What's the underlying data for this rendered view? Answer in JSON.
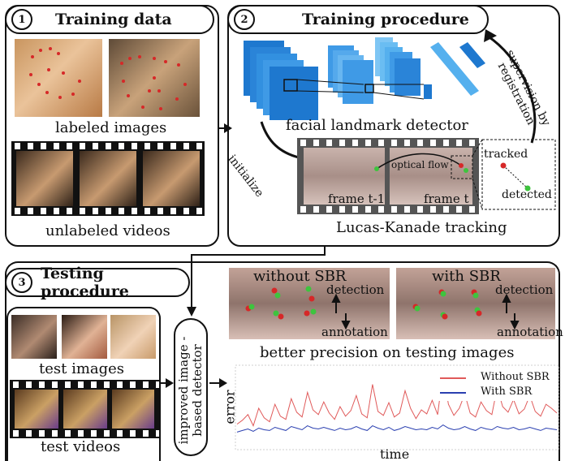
{
  "panel1": {
    "number": "1",
    "title": "Training data",
    "labeled_caption": "labeled images",
    "unlabeled_caption": "unlabeled videos"
  },
  "panel2": {
    "number": "2",
    "title": "Training procedure",
    "detector_caption": "facial landmark detector",
    "supervision_label": "supervision by registration",
    "initialize_label": "initialize",
    "optical_flow": "optical flow",
    "frame_prev": "frame t-1",
    "frame_curr": "frame t",
    "tracked": "tracked",
    "detected": "detected",
    "tracking_caption": "Lucas-Kanade tracking"
  },
  "panel3": {
    "number": "3",
    "title": "Testing procedure",
    "test_images_caption": "test images",
    "test_videos_caption": "test videos",
    "improved_detector": "improved image -based detector",
    "without_title": "without SBR",
    "with_title": "with SBR",
    "detection": "detection",
    "annotation": "annotation",
    "precision_caption": "better precision on testing images"
  },
  "chart_data": {
    "type": "line",
    "ylabel": "error",
    "xlabel": "time",
    "series": [
      {
        "name": "Without SBR",
        "color": "#e05a5a",
        "values": [
          0.3,
          0.35,
          0.42,
          0.28,
          0.5,
          0.38,
          0.33,
          0.55,
          0.4,
          0.36,
          0.62,
          0.45,
          0.39,
          0.7,
          0.48,
          0.42,
          0.58,
          0.44,
          0.36,
          0.52,
          0.4,
          0.47,
          0.66,
          0.43,
          0.38,
          0.8,
          0.46,
          0.41,
          0.57,
          0.39,
          0.44,
          0.72,
          0.5,
          0.37,
          0.48,
          0.43,
          0.6,
          0.42,
          0.95,
          0.55,
          0.41,
          0.5,
          0.68,
          0.44,
          0.39,
          0.58,
          0.47,
          0.42,
          0.76,
          0.52,
          0.45,
          0.61,
          0.43,
          0.49,
          0.66,
          0.46,
          0.4,
          0.55,
          0.5,
          0.44
        ]
      },
      {
        "name": "With SBR",
        "color": "#2a3fb0",
        "values": [
          0.2,
          0.22,
          0.24,
          0.21,
          0.25,
          0.23,
          0.22,
          0.26,
          0.24,
          0.22,
          0.27,
          0.25,
          0.23,
          0.28,
          0.25,
          0.24,
          0.26,
          0.24,
          0.22,
          0.25,
          0.23,
          0.24,
          0.27,
          0.24,
          0.22,
          0.28,
          0.25,
          0.23,
          0.26,
          0.22,
          0.24,
          0.27,
          0.25,
          0.23,
          0.24,
          0.23,
          0.26,
          0.24,
          0.29,
          0.25,
          0.23,
          0.24,
          0.27,
          0.24,
          0.22,
          0.26,
          0.24,
          0.23,
          0.27,
          0.25,
          0.24,
          0.26,
          0.23,
          0.24,
          0.26,
          0.24,
          0.22,
          0.25,
          0.24,
          0.23
        ]
      }
    ],
    "ylim": [
      0,
      1
    ]
  },
  "colors": {
    "cnn_dark": "#1e78cf",
    "cnn_mid": "#3f9ae6",
    "cnn_light": "#7fc6f4",
    "green_point": "#3ec43e",
    "red_point": "#d62828"
  }
}
